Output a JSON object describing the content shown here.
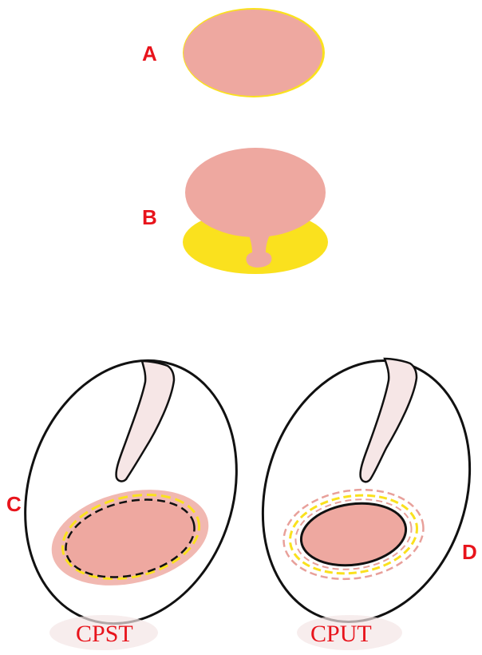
{
  "labels": {
    "a": "A",
    "b": "B",
    "c": "C",
    "d": "D"
  },
  "captions": {
    "cpst": "CPST",
    "cput": "CPUT"
  },
  "colors": {
    "tissue_pink": "#eea8a0",
    "tissue_pink_light": "#f4b8b0",
    "yellow": "#fae11e",
    "label_red": "#e8141c",
    "outline": "#111111",
    "dash_pink": "#e8a09a",
    "duct_fill": "#f6e6e6"
  }
}
